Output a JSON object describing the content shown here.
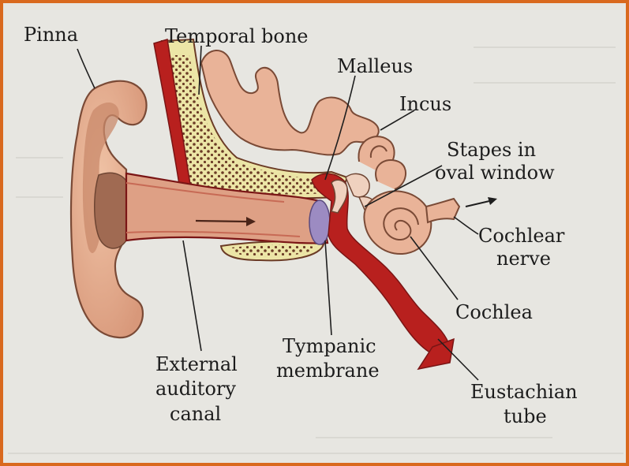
{
  "diagram": {
    "labels": {
      "pinna": "Pinna",
      "temporal_bone": "Temporal bone",
      "malleus": "Malleus",
      "incus": "Incus",
      "stapes_line1": "Stapes in",
      "stapes_line2": "oval window",
      "cochlear_nerve_line1": "Cochlear",
      "cochlear_nerve_line2": "nerve",
      "cochlea": "Cochlea",
      "tympanic_line1": "Tympanic",
      "tympanic_line2": "membrane",
      "external_line1": "External",
      "external_line2": "auditory",
      "external_line3": "canal",
      "eustachian_line1": "Eustachian",
      "eustachian_line2": "tube"
    },
    "colors": {
      "frame": "#d9691e",
      "page": "#e7e6e1",
      "skin": "#e5ad8e",
      "skin_dark": "#c98468",
      "bone": "#ece5a6",
      "bone_dots": "#6b3b26",
      "red_tissue": "#b8201e",
      "membrane": "#9c8bc2"
    }
  }
}
